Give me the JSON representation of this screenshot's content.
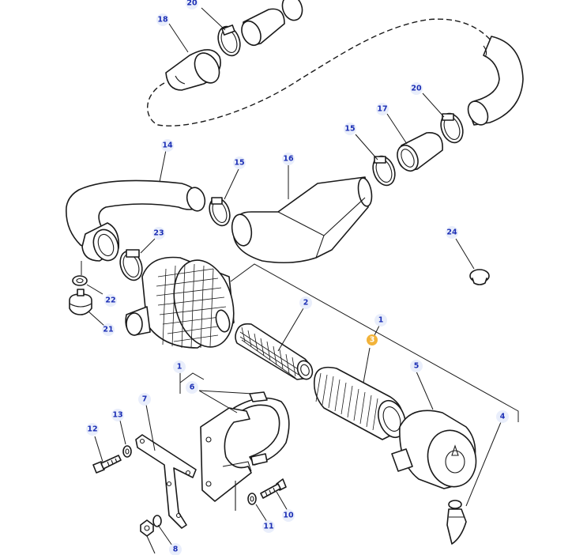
{
  "diagram": {
    "callouts": [
      {
        "id": "c20a",
        "label": "20"
      },
      {
        "id": "c18",
        "label": "18"
      },
      {
        "id": "c20b",
        "label": "20"
      },
      {
        "id": "c17",
        "label": "17"
      },
      {
        "id": "c15a",
        "label": "15"
      },
      {
        "id": "c14",
        "label": "14"
      },
      {
        "id": "c15b",
        "label": "15"
      },
      {
        "id": "c16",
        "label": "16"
      },
      {
        "id": "c23",
        "label": "23"
      },
      {
        "id": "c24",
        "label": "24"
      },
      {
        "id": "c22",
        "label": "22"
      },
      {
        "id": "c21",
        "label": "21"
      },
      {
        "id": "c2",
        "label": "2"
      },
      {
        "id": "c1a",
        "label": "1"
      },
      {
        "id": "c3",
        "label": "3",
        "highlight": true
      },
      {
        "id": "c1b",
        "label": "1"
      },
      {
        "id": "c6",
        "label": "6"
      },
      {
        "id": "c5",
        "label": "5"
      },
      {
        "id": "c7",
        "label": "7"
      },
      {
        "id": "c13",
        "label": "13"
      },
      {
        "id": "c12",
        "label": "12"
      },
      {
        "id": "c4",
        "label": "4"
      },
      {
        "id": "c10",
        "label": "10"
      },
      {
        "id": "c11",
        "label": "11"
      },
      {
        "id": "c8",
        "label": "8"
      }
    ],
    "highlight_color": "#f2b33a",
    "label_color": "#1c2fb5",
    "label_bg_color": "#e9eefb"
  }
}
